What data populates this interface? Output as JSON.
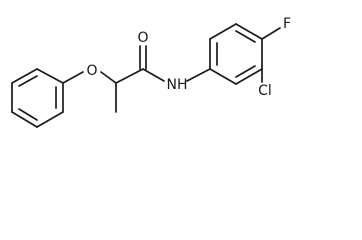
{
  "molecule": {
    "atom_labels": {
      "oxygen_ether": "O",
      "oxygen_carbonyl": "O",
      "amide_nitrogen": "NH",
      "chlorine": "Cl",
      "fluorine": "F"
    }
  }
}
